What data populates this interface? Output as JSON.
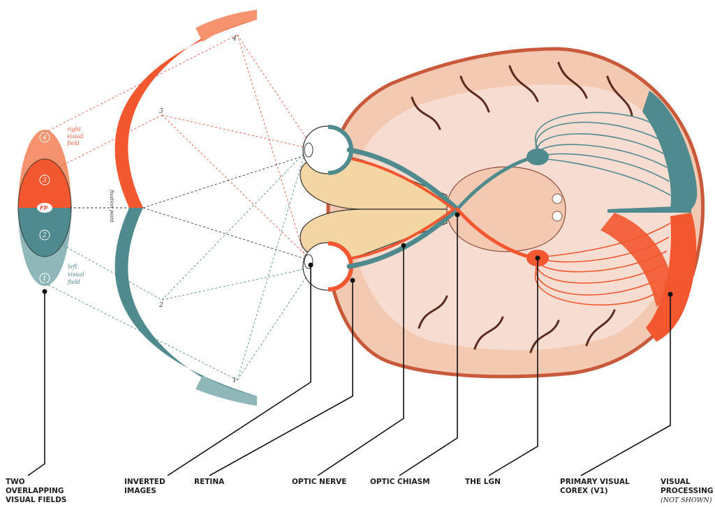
{
  "colors": {
    "red": "#f2572f",
    "red_light": "#f5936f",
    "teal": "#4f8a8f",
    "teal_light": "#8fb6b8",
    "brain_outer": "#f3c9b1",
    "brain_inner": "#f7dcd2",
    "cortex_edge": "#c8593a",
    "frontal_yellow": "#f3d6a4"
  },
  "visual_fields": {
    "right_label": [
      "right",
      "visual",
      "field"
    ],
    "left_label": [
      "left",
      "visual",
      "field"
    ],
    "fixation": "FP",
    "points": [
      "4",
      "3",
      "2",
      "1"
    ]
  },
  "arc": {
    "fixation_label": "fixation point",
    "points": [
      "4",
      "3",
      "2",
      "1"
    ]
  },
  "labels": {
    "two_fields": [
      "TWO",
      "OVERLAPPING",
      "VISUAL FIELDS"
    ],
    "inverted_images": [
      "INVERTED",
      "IMAGES"
    ],
    "retina": "RETINA",
    "optic_nerve": "OPTIC NERVE",
    "optic_chiasm": "OPTIC CHIASM",
    "lgn": "THE LGN",
    "v1": [
      "PRIMARY VISUAL",
      "COREX (V1)"
    ],
    "visual_processing": [
      "VISUAL",
      "PROCESSING"
    ],
    "not_shown": "(NOT SHOWN)"
  }
}
